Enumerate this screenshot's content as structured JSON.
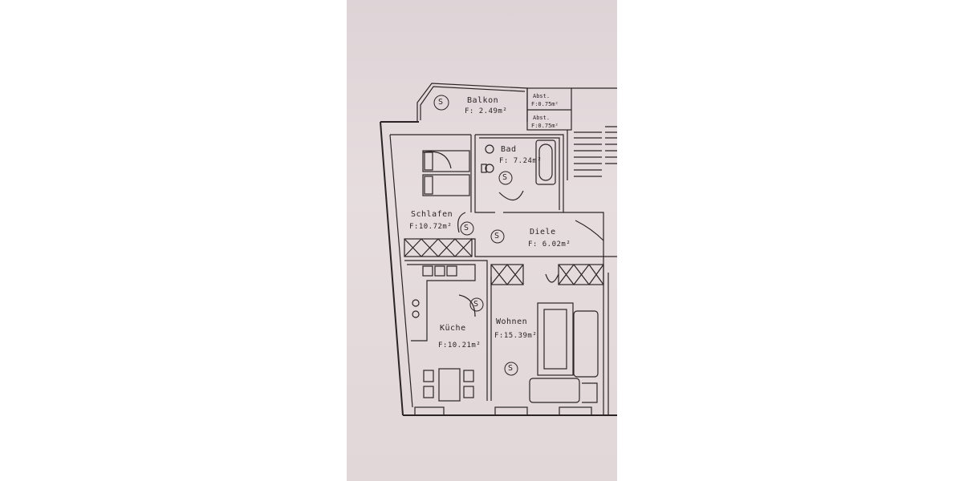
{
  "rooms": {
    "balkon": {
      "name": "Balkon",
      "area": "F: 2.49m²"
    },
    "abst1": {
      "name": "Abst.",
      "area": "F:0.75m²"
    },
    "abst2": {
      "name": "Abst.",
      "area": "F:0.75m²"
    },
    "bad": {
      "name": "Bad",
      "area": "F: 7.24m²"
    },
    "schlafen": {
      "name": "Schlafen",
      "area": "F:10.72m²"
    },
    "diele": {
      "name": "Diele",
      "area": "F: 6.02m²"
    },
    "kueche": {
      "name": "Küche",
      "area": "F:10.21m²"
    },
    "wohnen": {
      "name": "Wohnen",
      "area": "F:15.39m²"
    }
  },
  "marker_symbol": "S",
  "colors": {
    "paper": "#e2d8da",
    "ink": "#2a2426"
  }
}
